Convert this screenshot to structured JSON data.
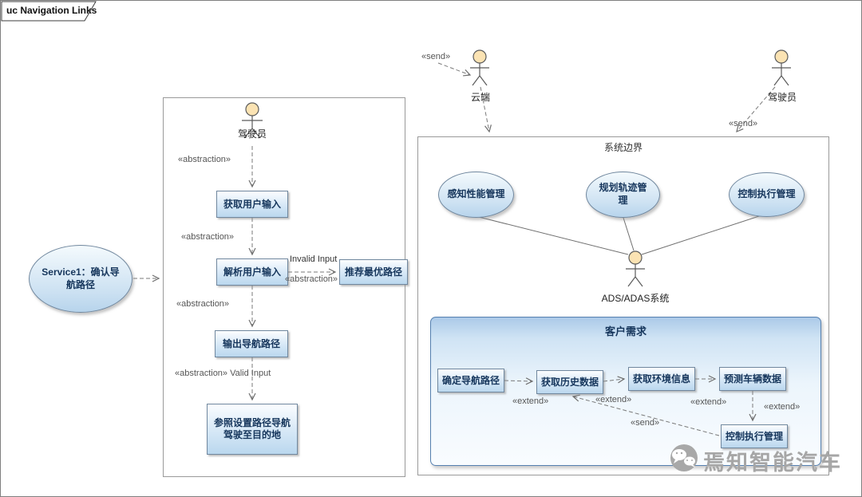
{
  "diagram": {
    "tab_label": "uc Navigation Links"
  },
  "service_usecase": {
    "label": "Service1：确认导航路径"
  },
  "nav_frame": {
    "actor": "驾驶员",
    "abstraction1": "«abstraction»",
    "abstraction2": "«abstraction»",
    "abstraction3": "«abstraction»",
    "abstraction_invalid": "«abstraction»",
    "abstraction_valid": "«abstraction» Valid Input",
    "invalid_input": "Invalid Input",
    "get_user_input": "获取用户输入",
    "parse_user_input": "解析用户输入",
    "recommend_best_path": "推荐最优路径",
    "output_nav_path": "输出导航路径",
    "drive_to_destination": "参照设置路径导航驾驶至目的地"
  },
  "system_boundary": {
    "title": "系统边界",
    "cloud_actor": "云端",
    "cloud_send": "«send»",
    "driver_actor": "驾驶员",
    "driver_send": "«send»",
    "usecases": [
      "感知性能管理",
      "规划轨迹管理",
      "控制执行管理"
    ],
    "ads_actor": "ADS/ADAS系统",
    "customer_panel": {
      "title": "客户需求",
      "boxes": [
        "确定导航路径",
        "获取历史数据",
        "获取环境信息",
        "预测车辆数据",
        "控制执行管理"
      ],
      "extends": [
        "«extend»",
        "«extend»",
        "«extend»",
        "«extend»"
      ],
      "send": "«send»"
    }
  },
  "watermark": {
    "text": "焉知智能汽车"
  }
}
